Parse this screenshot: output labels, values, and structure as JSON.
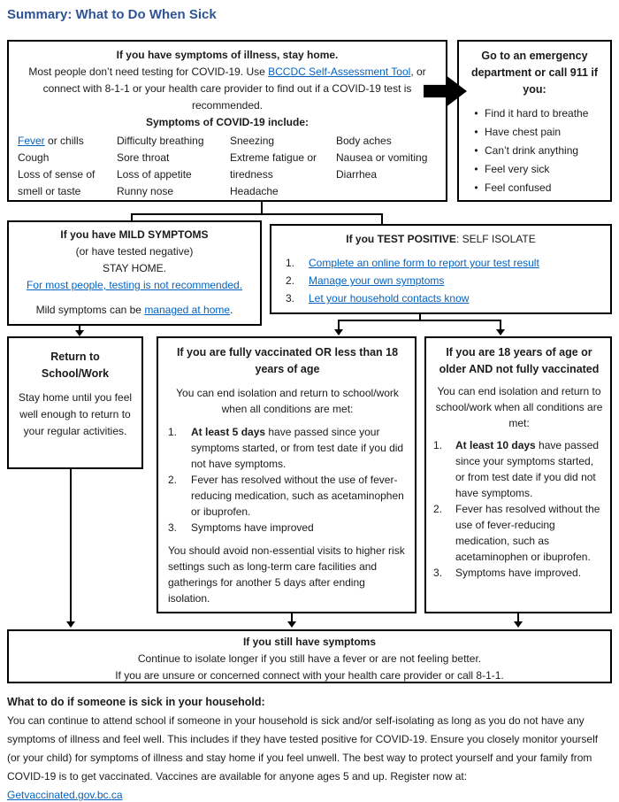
{
  "page": {
    "title": "Summary: What to Do When Sick"
  },
  "colors": {
    "title_blue": "#2F5496",
    "link_blue": "#0563C1",
    "border": "#000000"
  },
  "glyphs": {
    "bullet": "•",
    "n1": "1.",
    "n2": "2.",
    "n3": "3."
  },
  "top_box": {
    "heading": "If you have symptoms of illness, stay home.",
    "intro_pre": "Most people don’t need testing for COVID-19. Use ",
    "intro_link": "BCCDC Self-Assessment Tool",
    "intro_post": ", or connect with 8-1-1 or your health care provider to find out if a COVID-19 test is recommended.",
    "symptoms_heading": "Symptoms of COVID-19 include:",
    "columns": {
      "col1": {
        "fever_link": "Fever",
        "fever_rest": " or chills",
        "items": [
          "Cough",
          "Loss of sense of smell or taste"
        ]
      },
      "col2": {
        "items": [
          "Difficulty breathing",
          "Sore throat",
          "Loss of appetite",
          "Runny nose"
        ]
      },
      "col3": {
        "items": [
          "Sneezing",
          "Extreme fatigue or tiredness",
          "Headache"
        ]
      },
      "col4": {
        "items": [
          "Body aches",
          "Nausea or vomiting",
          "Diarrhea"
        ]
      }
    }
  },
  "emergency_box": {
    "heading": "Go to an emergency department or call 911 if you:",
    "bullets": [
      "Find it hard to breathe",
      "Have chest pain",
      "Can’t drink anything",
      "Feel very sick",
      "Feel confused"
    ]
  },
  "mild_box": {
    "heading": "If you have MILD SYMPTOMS",
    "line2": "(or have tested negative)",
    "line3": "STAY HOME.",
    "link1": "For most people, testing is not recommended.",
    "line5_pre": "Mild symptoms can be ",
    "line5_link": "managed at home",
    "line5_post": "."
  },
  "positive_box": {
    "heading_bold": "If you TEST POSITIVE",
    "heading_rest": ": SELF ISOLATE",
    "items": [
      "Complete an online form to report your test result",
      "Manage your own symptoms",
      "Let your household contacts know"
    ]
  },
  "return_box": {
    "heading_line1": "Return to",
    "heading_line2": "School/Work",
    "body": "Stay home until you feel well enough to return to your regular activities."
  },
  "vaccinated_box": {
    "heading": "If you are fully vaccinated OR less than 18 years of age",
    "intro": "You can end isolation and return to school/work when all conditions are met:",
    "item1_bold": "At least 5 days",
    "item1_rest": " have passed since your symptoms started, or from test date if you did not have symptoms.",
    "item2": "Fever has resolved without the use of fever-reducing medication, such as acetaminophen or ibuprofen.",
    "item3": "Symptoms have improved",
    "footer": "You should avoid non-essential visits to higher risk settings such as long-term care facilities and gatherings for another 5 days after ending isolation."
  },
  "unvaccinated_box": {
    "heading": "If you are 18 years of age or older AND not fully vaccinated",
    "intro": "You can end isolation and return to school/work when all conditions are met:",
    "item1_bold": "At least 10 days",
    "item1_rest": " have passed since your symptoms started, or from test date if you did not have symptoms.",
    "item2": "Fever has resolved without the use of fever-reducing medication, such as acetaminophen or ibuprofen.",
    "item3": "Symptoms have improved."
  },
  "still_symptoms_box": {
    "heading": "If you still have symptoms",
    "line1": "Continue to isolate longer if you still have a fever or are not feeling better.",
    "line2": "If you are unsure or concerned connect with your health care provider or call 8-1-1."
  },
  "household": {
    "heading": "What to do if someone is sick in your household:",
    "body": "You can continue to attend school if someone in your household is sick and/or self-isolating as long as you do not have any symptoms of illness and feel well. This includes if they have tested positive for COVID-19. Ensure you closely monitor yourself (or your child) for symptoms of illness and stay home if you feel unwell. The best way to protect yourself and your family from COVID-19 is to get vaccinated. Vaccines are available for anyone ages 5 and up. Register now at:",
    "link": "Getvaccinated.gov.bc.ca"
  }
}
